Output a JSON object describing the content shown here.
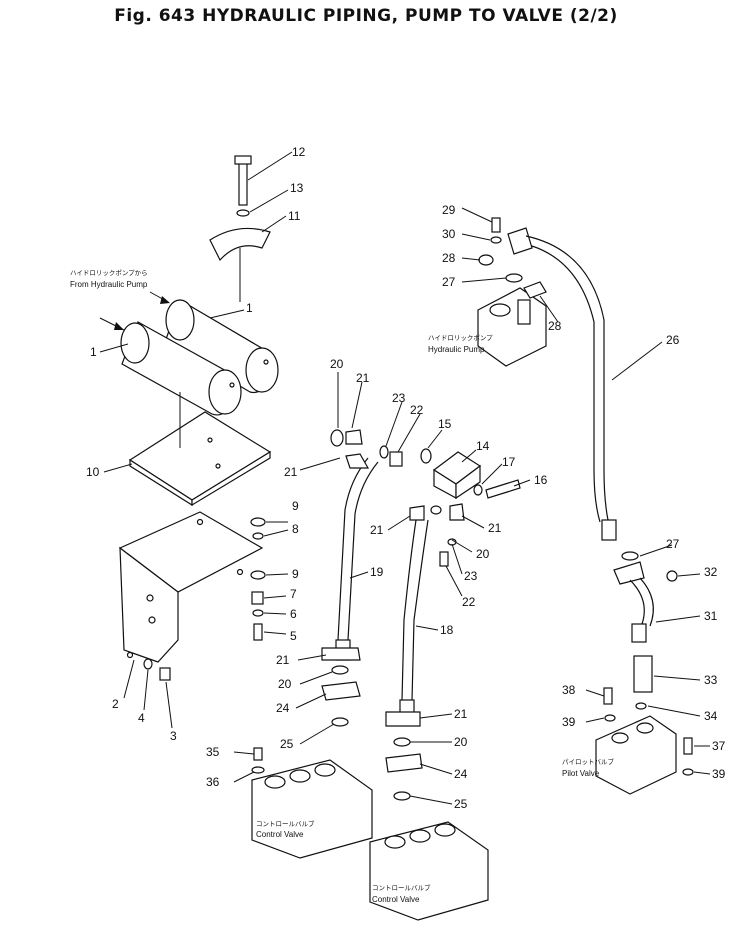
{
  "title": "Fig. 643   HYDRAULIC PIPING, PUMP TO VALVE (2/2)",
  "captions": {
    "from_pump_jp": "ハイドロリックポンプから",
    "from_pump_en": "From Hydraulic Pump",
    "hyd_pump_jp": "ハイドロリックポンプ",
    "hyd_pump_en": "Hydraulic Pump",
    "control_valve_1_jp": "コントロールバルブ",
    "control_valve_1_en": "Control Valve",
    "control_valve_2_jp": "コントロールバルブ",
    "control_valve_2_en": "Control Valve",
    "pilot_valve_jp": "パイロットバルブ",
    "pilot_valve_en": "Pilot Valve"
  },
  "callouts": {
    "c1a": "1",
    "c1b": "1",
    "c2": "2",
    "c3": "3",
    "c4": "4",
    "c5": "5",
    "c6": "6",
    "c7": "7",
    "c8": "8",
    "c9a": "9",
    "c9b": "9",
    "c10": "10",
    "c11": "11",
    "c12": "12",
    "c13": "13",
    "c14": "14",
    "c15": "15",
    "c16": "16",
    "c17": "17",
    "c18": "18",
    "c19": "19",
    "c20a": "20",
    "c20b": "20",
    "c20c": "20",
    "c20d": "20",
    "c21a": "21",
    "c21b": "21",
    "c21c": "21",
    "c21d": "21",
    "c21e": "21",
    "c21f": "21",
    "c22a": "22",
    "c22b": "22",
    "c23a": "23",
    "c23b": "23",
    "c24a": "24",
    "c24b": "24",
    "c25a": "25",
    "c25b": "25",
    "c26": "26",
    "c27a": "27",
    "c27b": "27",
    "c28a": "28",
    "c28b": "28",
    "c29": "29",
    "c30": "30",
    "c31": "31",
    "c32": "32",
    "c33": "33",
    "c34": "34",
    "c35": "35",
    "c36": "36",
    "c37": "37",
    "c38": "38",
    "c39a": "39",
    "c39b": "39"
  }
}
